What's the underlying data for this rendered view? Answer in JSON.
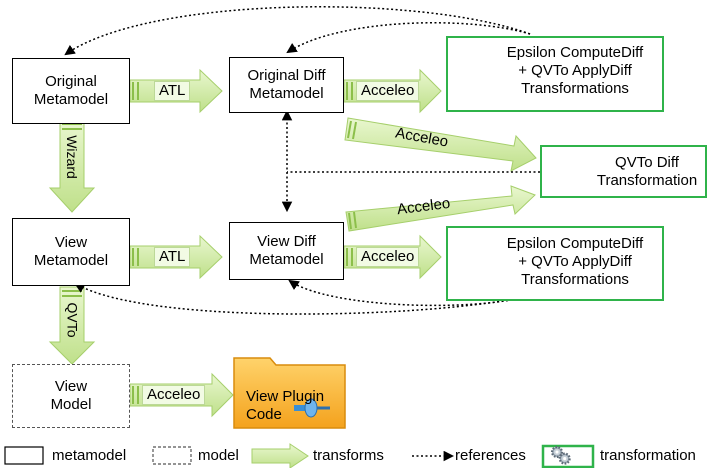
{
  "nodes": {
    "original_metamodel": "Original\nMetamodel",
    "original_diff_metamodel": "Original Diff\nMetamodel",
    "view_metamodel": "View\nMetamodel",
    "view_diff_metamodel": "View Diff\nMetamodel",
    "view_model": "View\nModel",
    "view_plugin_code": "View Plugin\nCode",
    "epsilon_top": "Epsilon ComputeDiff\n+ QVTo ApplyDiff\nTransformations",
    "qvto_diff": "QVTo Diff\nTransformation",
    "epsilon_bottom": "Epsilon ComputeDiff\n+ QVTo ApplyDiff\nTransformations"
  },
  "arrows": {
    "atl_top": "ATL",
    "atl_bottom": "ATL",
    "acceleo_top": "Acceleo",
    "acceleo_diag_down": "Acceleo",
    "acceleo_diag_up": "Acceleo",
    "acceleo_bottom": "Acceleo",
    "acceleo_view": "Acceleo",
    "wizard": "Wizard",
    "qvto": "QVTo"
  },
  "legend": {
    "metamodel": "metamodel",
    "model": "model",
    "transforms": "transforms",
    "references": "references",
    "transformation": "transformation"
  },
  "colors": {
    "arrow_fill": "#cfeaa6",
    "arrow_stroke": "#a6cf6b",
    "transformation_border": "#2fb34a",
    "folder_fill": "#f9b233"
  }
}
